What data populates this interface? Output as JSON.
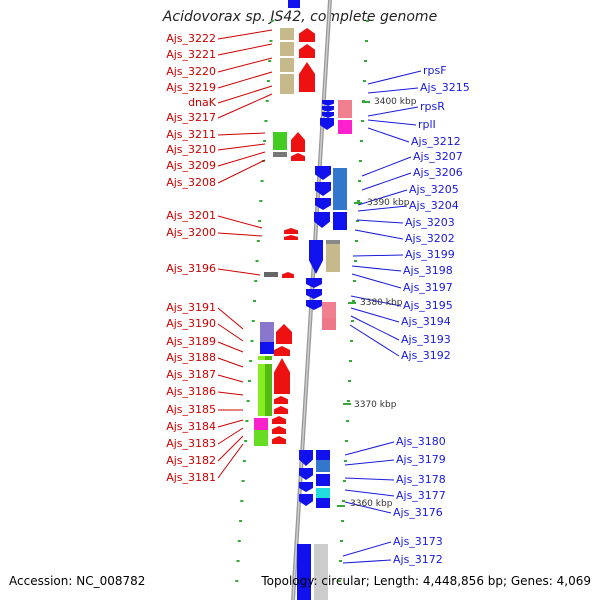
{
  "title": "Acidovorax sp. JS42, complete genome",
  "footer": {
    "accession": "Accession: NC_008782",
    "topology": "Topology: circular; Length: 4,448,856 bp; Genes: 4,069"
  },
  "colors": {
    "forward_strand": "#ee1111",
    "reverse_strand": "#1111ee",
    "axis": "#999999",
    "tick": "#33aa33",
    "left_label": "#cc0000",
    "right_label": "#1a1ad9"
  },
  "kbp_labels": [
    "3400 kbp",
    "3390 kbp",
    "3380 kbp",
    "3370 kbp",
    "3360 kbp"
  ],
  "left_labels": [
    "Ajs_3222",
    "Ajs_3221",
    "Ajs_3220",
    "Ajs_3219",
    "dnaK",
    "Ajs_3217",
    "Ajs_3211",
    "Ajs_3210",
    "Ajs_3209",
    "Ajs_3208",
    "Ajs_3201",
    "Ajs_3200",
    "Ajs_3196",
    "Ajs_3191",
    "Ajs_3190",
    "Ajs_3189",
    "Ajs_3188",
    "Ajs_3187",
    "Ajs_3186",
    "Ajs_3185",
    "Ajs_3184",
    "Ajs_3183",
    "Ajs_3182",
    "Ajs_3181"
  ],
  "right_labels": [
    "rpsF",
    "Ajs_3215",
    "rpsR",
    "rplI",
    "Ajs_3212",
    "Ajs_3207",
    "Ajs_3206",
    "Ajs_3205",
    "Ajs_3204",
    "Ajs_3203",
    "Ajs_3202",
    "Ajs_3199",
    "Ajs_3198",
    "Ajs_3197",
    "Ajs_3195",
    "Ajs_3194",
    "Ajs_3193",
    "Ajs_3192",
    "Ajs_3180",
    "Ajs_3179",
    "Ajs_3178",
    "Ajs_3177",
    "Ajs_3176",
    "Ajs_3173",
    "Ajs_3172"
  ]
}
